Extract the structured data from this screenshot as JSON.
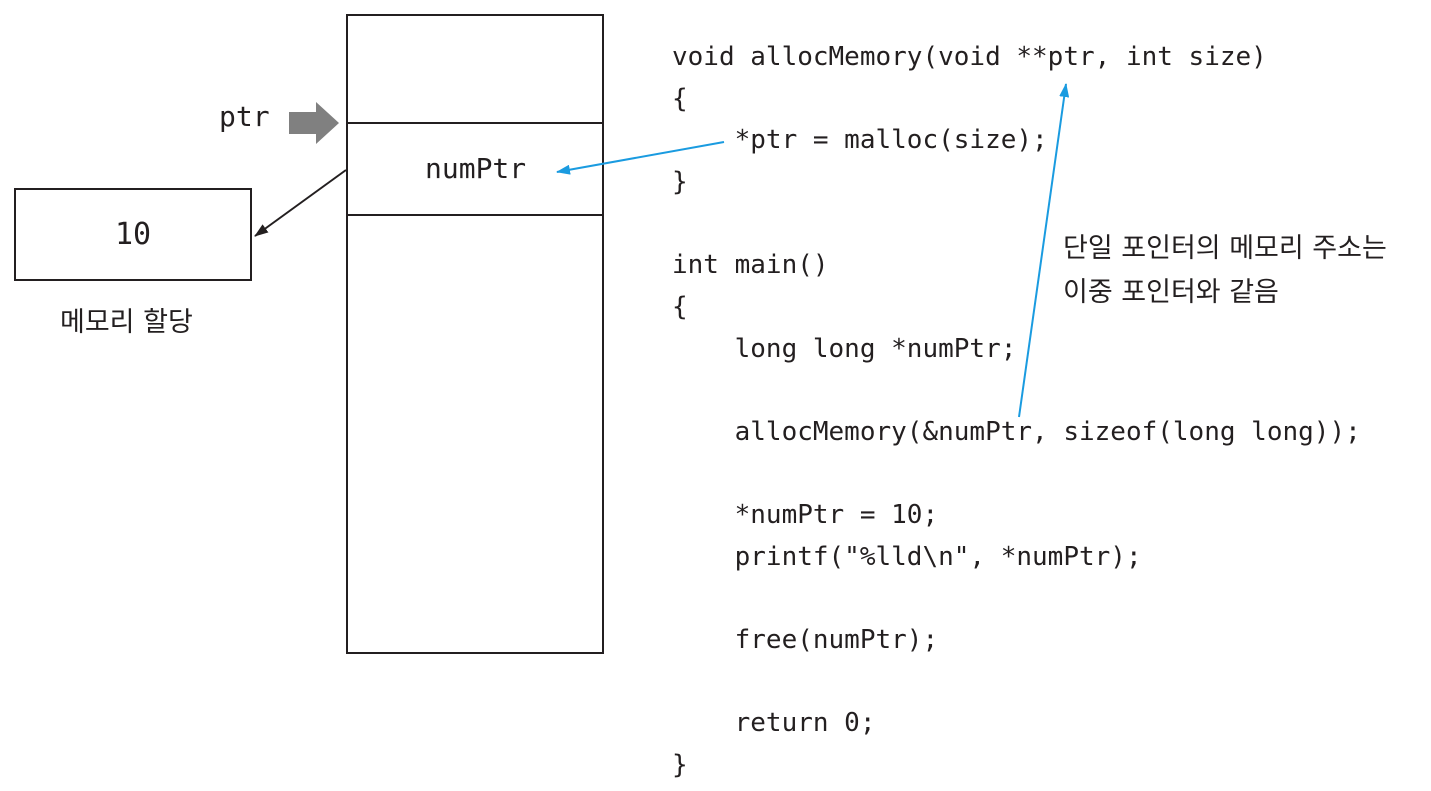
{
  "diagram": {
    "ptr_label": "ptr",
    "numptr_label": "numPtr",
    "memory_value": "10",
    "memory_caption": "메모리 할당",
    "note_line1": "단일 포인터의 메모리 주소는",
    "note_line2": "이중 포인터와 같음"
  },
  "code": {
    "lines": [
      "void allocMemory(void **ptr, int size)",
      "{",
      "    *ptr = malloc(size);",
      "}",
      "int main()",
      "{",
      "    long long *numPtr;",
      "    allocMemory(&numPtr, sizeof(long long));",
      "    *numPtr = 10;",
      "    printf(\"%lld\\n\", *numPtr);",
      "    free(numPtr);",
      "    return 0;",
      "}"
    ]
  },
  "colors": {
    "line": "#231f20",
    "arrow_blue": "#1a9be0",
    "arrow_gray": "#808080"
  }
}
